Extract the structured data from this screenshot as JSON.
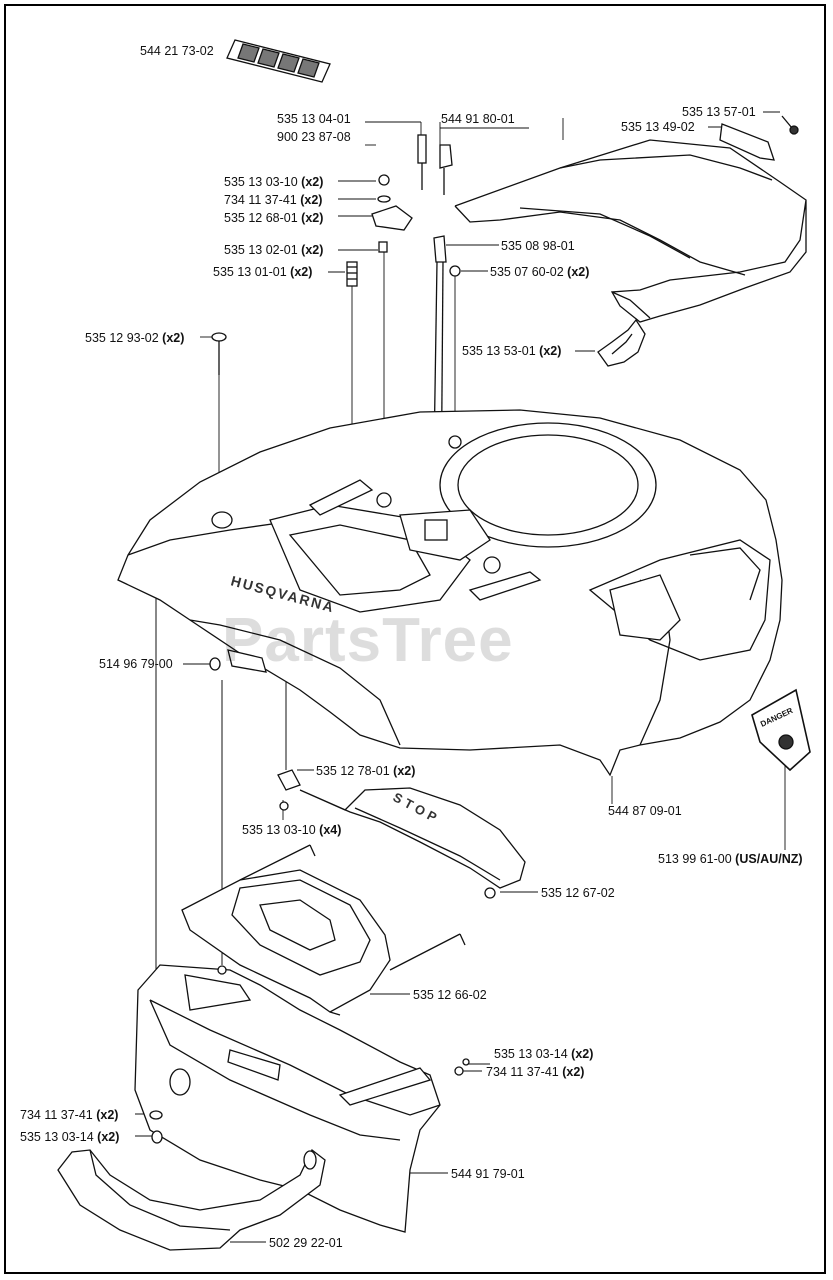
{
  "watermark": "PartsTree",
  "labels": {
    "decal_top": "544 21 73-02",
    "l_535130401": "535 13 04-01",
    "l_900238708": "900 23 87-08",
    "l_544918001": "544 91 80-01",
    "l_535135701": "535 13 57-01",
    "l_535134902": "535 13 49-02",
    "l_535130310": "535 13 03-10",
    "l_734113741a": "734 11 37-41",
    "l_535126801": "535 12 68-01",
    "l_535130201": "535 13 02-01",
    "l_535130101": "535 13 01-01",
    "l_535089801": "535 08 98-01",
    "l_535076002": "535 07 60-02",
    "l_535129302": "535 12 93-02",
    "l_535135301": "535 13 53-01",
    "l_514967900": "514 96 79-00",
    "l_535127801": "535 12 78-01",
    "l_535130310b": "535 13 03-10",
    "l_544870901": "544 87 09-01",
    "l_513996100": "513 99 61-00",
    "l_535126702": "535 12 67-02",
    "l_535126602": "535 12 66-02",
    "l_535130314a": "535 13 03-14",
    "l_734113741b": "734 11 37-41",
    "l_734113741c": "734 11 37-41",
    "l_535130314b": "535 13 03-14",
    "l_544917901": "544 91 79-01",
    "l_502292201": "502 29 22-01"
  },
  "qty": {
    "x2": "(x2)",
    "x4": "(x4)",
    "region": "(US/AU/NZ)"
  },
  "part_text": {
    "stop": "STOP",
    "danger": "DANGER"
  }
}
